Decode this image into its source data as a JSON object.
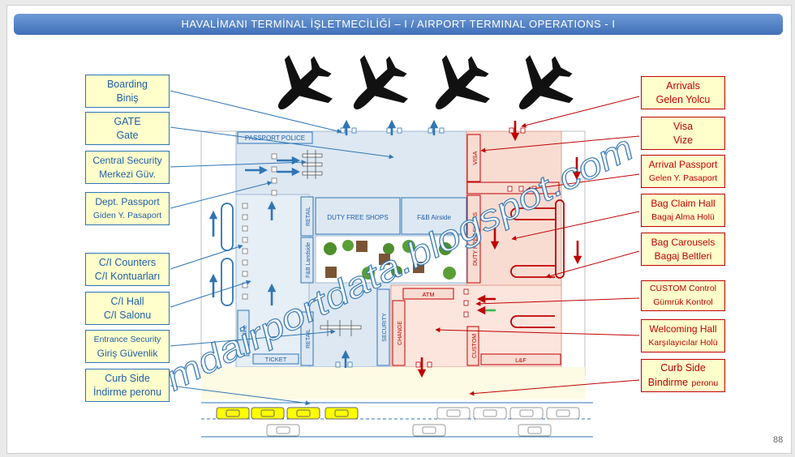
{
  "banner": {
    "title": "HAVALİMANI TERMİNAL İŞLETMECİLİĞİ – I  /  AIRPORT TERMINAL OPERATIONS - I"
  },
  "left_labels": [
    {
      "line1": "Boarding",
      "line2": "Biniş"
    },
    {
      "line1": "GATE",
      "line2": "Gate"
    },
    {
      "line1": "Central Security",
      "line2": "Merkezi Güv."
    },
    {
      "line1": "Dept. Passport",
      "line2": "Giden Y. Pasaport"
    },
    {
      "line1": "C/I Counters",
      "line2": "C/I Kontuarları"
    },
    {
      "line1": "C/I Hall",
      "line2": "C/I Salonu"
    },
    {
      "line1": "Entrance Security",
      "line2": "Giriş Güvenlik"
    },
    {
      "line1": "Curb Side",
      "line2": "İndirme peronu"
    }
  ],
  "right_labels": [
    {
      "line1": "Arrivals",
      "line2": "Gelen Yolcu"
    },
    {
      "line1": "Visa",
      "line2": "Vize"
    },
    {
      "line1": "Arrival Passport",
      "line2": "Gelen Y. Pasaport"
    },
    {
      "line1": "Bag Claim Hall",
      "line2": "Bagaj Alma Holü"
    },
    {
      "line1": "Bag Carousels",
      "line2": "Bagaj Beltleri"
    },
    {
      "line1": "CUSTOM Control",
      "line2": "Gümrük Kontrol"
    },
    {
      "line1": "Welcoming Hall",
      "line2": "Karşılayıcılar Holü"
    },
    {
      "line1": "Curb Side",
      "line2": "Bindirme",
      "line3": "peronu"
    }
  ],
  "areas": {
    "passport_police": "PASSPORT POLICE",
    "duty_free": "DUTY FREE SHOPS",
    "fnb_airside": "F&B Airside",
    "retail_top": "RETAIL",
    "fnb_landside": "F&B Landside",
    "retail_bottom": "RETAIL",
    "security": "SECURITY",
    "airline": "Airline",
    "ticket": "TICKET",
    "visa": "VISA",
    "duty_free_vertical": "DUTY FREE SHOPS",
    "atm": "ATM",
    "change": "CHANGE",
    "custom": "CUSTOM",
    "lf": "L&F"
  },
  "watermark": "mdairportdata.blogspot.com",
  "page_number": "88",
  "colors": {
    "blue": "#2f75b5",
    "red": "#c00000",
    "label_fill": "#ffffcc",
    "departure_zone": "#dde8f2",
    "arrival_zone": "#f8dcd2"
  }
}
